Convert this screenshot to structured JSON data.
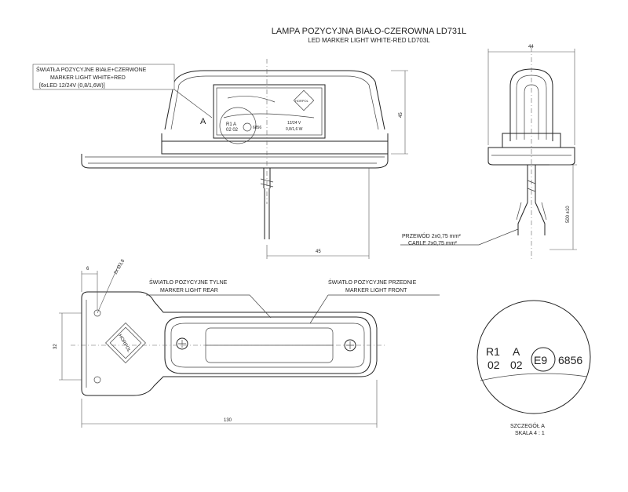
{
  "title": {
    "pl": "LAMPA POZYCYJNA BIAŁO-CZEROWNA LD731L",
    "en": "LED MARKER LIGHT WHITE-RED LD703L"
  },
  "callouts": {
    "position_lights": {
      "line1": "ŚWIATŁA POZYCYJNE BIAŁE+CZERWONE",
      "line2": "MARKER LIGHT WHITE+RED",
      "line3": "[6xLED 12/24V (0,8/1,6W)]"
    },
    "rear_light": {
      "line1": "ŚWIATŁO POZYCYJNE TYLNE",
      "line2": "MARKER LIGHT REAR"
    },
    "front_light": {
      "line1": "ŚWIATŁO POZYCYJNE PRZEDNIE",
      "line2": "MARKER LIGHT FRONT"
    },
    "cable": {
      "line1": "PRZEWÓD 2x0,75 mm²",
      "line2": "CABLE 2x0,75 mm²"
    }
  },
  "section_marker": "A",
  "dimensions": {
    "height": "45",
    "width_side": "44",
    "cable_length": "500 ±10",
    "offset": "45",
    "hole_offset": "6",
    "hole_dia": "2x Ø3,8",
    "base_width": "32",
    "length": "130"
  },
  "lens_marks": {
    "approval_left": "R1  A",
    "approval_left_2": "02  02",
    "approval_number": "6856",
    "voltage": "12/24 V",
    "power": "0,8/1,6 W",
    "brand": "HORPOL"
  },
  "detail": {
    "r1": "R1",
    "a": "A",
    "code1": "02",
    "code2": "02",
    "e_mark": "E9",
    "number": "6856",
    "caption_1": "SZCZEGÓŁ A",
    "caption_2": "SKALA 4 : 1"
  },
  "brand_plate": "HORPOL"
}
